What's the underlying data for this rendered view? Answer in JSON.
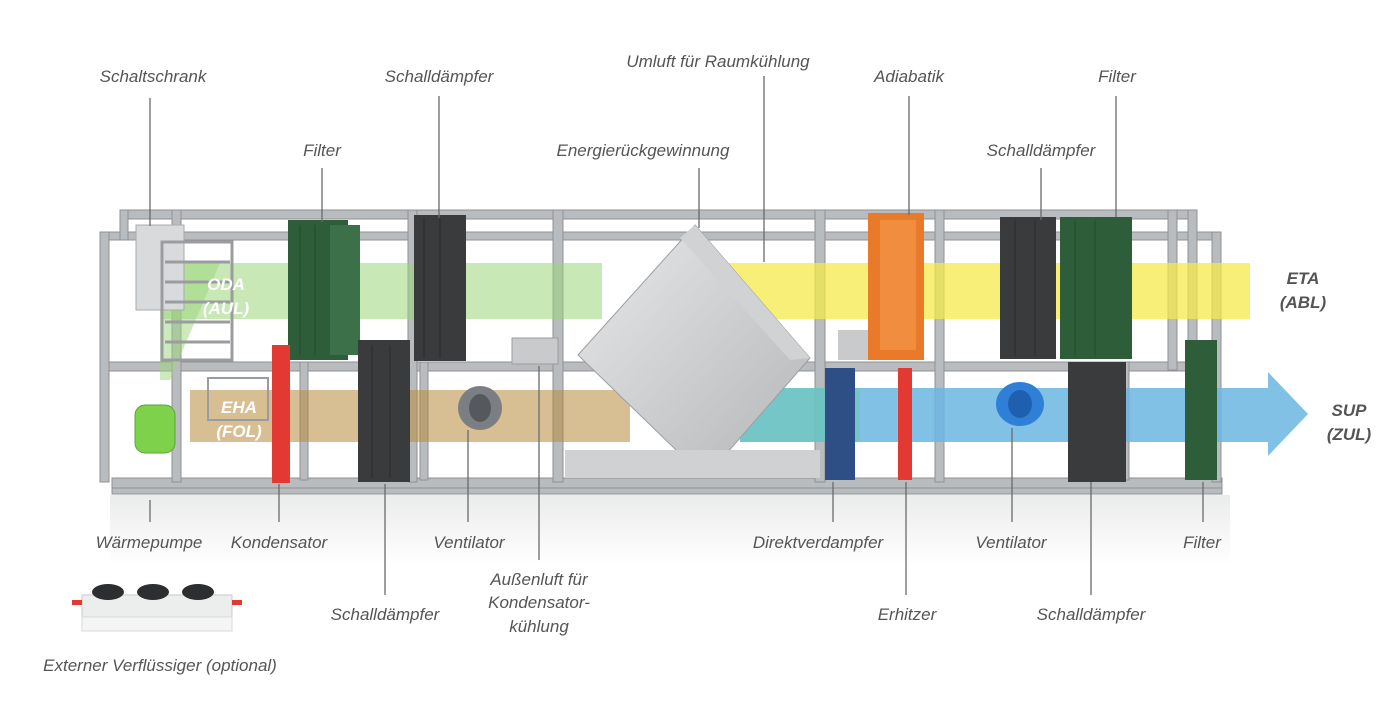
{
  "labels": {
    "schaltschrank": "Schaltschrank",
    "schalldaempfer_1": "Schalldämpfer",
    "umluft": "Umluft für Raumkühlung",
    "adiabatik": "Adiabatik",
    "filter_top_right": "Filter",
    "filter_top_left": "Filter",
    "energierueckgewinnung": "Energierückgewinnung",
    "schalldaempfer_2": "Schalldämpfer",
    "waermepumpe": "Wärmepumpe",
    "kondensator": "Kondensator",
    "ventilator_1": "Ventilator",
    "aussenluft_line1": "Außenluft für",
    "aussenluft_line2": "Kondensator-",
    "aussenluft_line3": "kühlung",
    "schalldaempfer_bottom_1": "Schalldämpfer",
    "direktverdampfer": "Direktverdampfer",
    "ventilator_2": "Ventilator",
    "filter_bottom": "Filter",
    "erhitzer": "Erhitzer",
    "schalldaempfer_bottom_2": "Schalldämpfer",
    "externer_verfluessiger": "Externer Verflüssiger (optional)"
  },
  "flows": {
    "oda": "ODA",
    "aul": "(AUL)",
    "eha": "EHA",
    "fol": "(FOL)",
    "eta": "ETA",
    "abl": "(ABL)",
    "sup": "SUP",
    "zul": "(ZUL)"
  },
  "colors": {
    "frame": "#b9bcbf",
    "filter_green": "#2e5d3a",
    "silencer_dark": "#3a3b3d",
    "adiabatic_orange": "#e97a2a",
    "heater_red": "#e23a33",
    "evaporator_blue": "#2d4f86",
    "fan_blue": "#2f7fd6",
    "heatpump_green": "#7ed14a",
    "flow_yellow": "#f4ea4a",
    "flow_green": "#9bd57a",
    "flow_brown": "#b88a3a",
    "flow_blue": "#6bb6e2",
    "flow_teal": "#6cc9b3"
  },
  "icons": {
    "heat_exchanger": "plate-heat-exchanger-icon",
    "fan": "fan-icon",
    "external_condenser": "condenser-unit-icon"
  }
}
